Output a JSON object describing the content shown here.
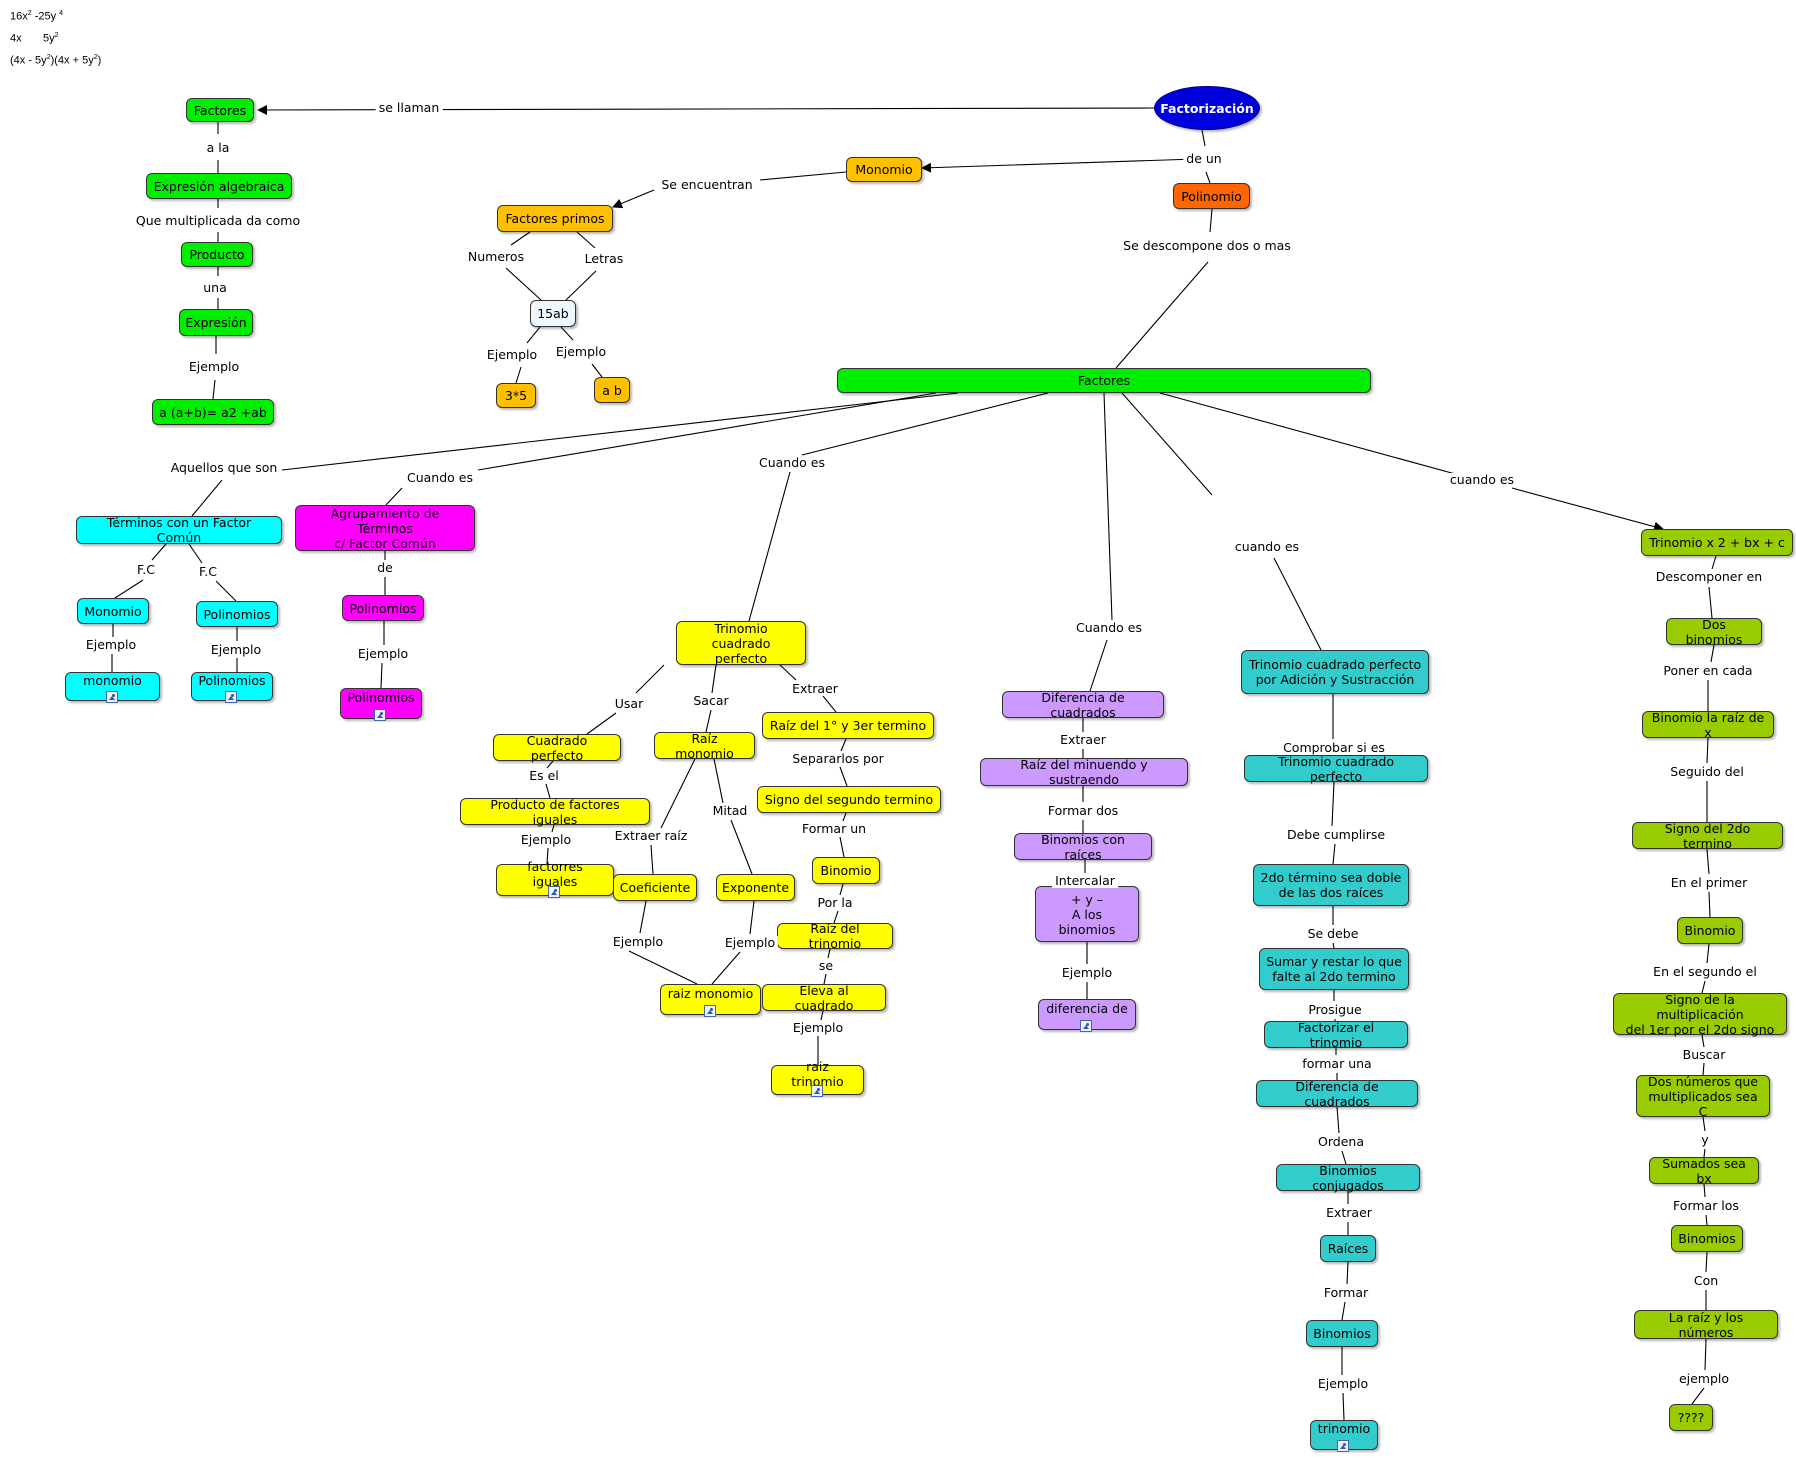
{
  "formulas": {
    "line1": {
      "a": "16x",
      "a_exp": "2",
      "b": " -25y ",
      "b_exp": "4"
    },
    "line2": {
      "a": "4x",
      "gap": "       ",
      "b": "5y",
      "b_exp": "2"
    },
    "line3": {
      "a": "(4x  - 5y",
      "a_exp": "2",
      "b": ")(4x + 5y",
      "b_exp": "2",
      "c": ")"
    }
  },
  "colors": {
    "green": "#00ee00",
    "orange": "#ffc000",
    "dark_orange": "#ff6600",
    "blue": "#0000dd",
    "cyan": "#00ffff",
    "magenta": "#ff00ff",
    "yellow": "#ffff00",
    "purple": "#cc99ff",
    "teal": "#33cccc",
    "olive": "#99cc00"
  },
  "nodes": {
    "factorizacion": "Factorización",
    "factores_top": "Factores",
    "expresion_algebraica": "Expresión algebraica",
    "producto": "Producto",
    "expresion": "Expresión",
    "ejemplo_aab": "a (a+b)= a2 +ab",
    "monomio_top": "Monomio",
    "factores_primos": "Factores primos",
    "n15ab": "15ab",
    "n3x5": "3*5",
    "ab": "a b",
    "polinomio": "Polinomio",
    "factores_main": "Factores",
    "terminos_fc": "Términos con un Factor Común",
    "monomio_fc": "Monomio",
    "polinomios_fc": "Polinomios",
    "monomio_ex": "monomio",
    "polinomios_ex": "Polinomios",
    "agrupamiento": "Agrupamiento de Términos\nc/ Factor Común",
    "polinomios_ag": "Polinomios",
    "polinomios_ag_ex": "Polinomios",
    "tcp": "Trinomio cuadrado\nperfecto",
    "cuadrado_perfecto": "Cuadrado perfecto",
    "producto_iguales": "Producto de factores iguales",
    "factorres_iguales": "factorres iguales",
    "raiz_monomio": "Raíz monomio",
    "coeficiente": "Coeficiente",
    "exponente": "Exponente",
    "raiz_monomio_ex": "raiz monomio",
    "raiz_1_3": "Raíz del  1° y 3er termino",
    "signo_segundo": "Signo del segundo termino",
    "binomio_tcp": "Binomio",
    "raiz_trinomio": "Raíz del trinomio",
    "eleva_cuadrado": "Eleva al cuadrado",
    "raiz_trinomio_ex": "raiz trinomio",
    "dif_cuadrados": "Diferencia de cuadrados",
    "raiz_minuendo": "Raíz del minuendo y sustraendo",
    "binomios_raices": "Binomios con raíces",
    "mas_menos": "+  y –\nA los binomios",
    "dif_de": "diferencia de",
    "tcp_adicion": "Trinomio cuadrado perfecto\npor Adición y Sustracción",
    "tcp_teal": "Trinomio cuadrado perfecto",
    "dos_termino": "2do término  sea doble\nde las dos raíces",
    "sumar_restar": "Sumar y restar lo que\nfalte al 2do termino",
    "factorizar_trinomio": "Factorizar el trinomio",
    "dif_cuadrados_teal": "Diferencia de cuadrados",
    "binomios_conjugados": "Binomios conjugados",
    "raices": "Raíces",
    "binomios_teal": "Binomios",
    "trinomio_ex": "trinomio",
    "trinomio_x2": "Trinomio x 2  + bx + c",
    "dos_binomios": "Dos binomios",
    "binomio_raiz_x": "Binomio la raíz de x",
    "signo_2do": "Signo del  2do termino",
    "binomio_olive": "Binomio",
    "signo_mult": "Signo de la multiplicación\ndel 1er por el 2do signo",
    "dos_numeros": "Dos números que\nmultiplicados sea C",
    "sumados_bx": "Sumados sea bx",
    "binomios_olive": "Binomios",
    "raiz_numeros": "La raíz y los números",
    "qqqq": "????"
  },
  "labels": {
    "se_llaman": "se llaman",
    "a_la": "a la",
    "que_multiplicada": "Que multiplicada da como",
    "una": "una",
    "ejemplo_left": "Ejemplo",
    "de_un": "de un",
    "se_encuentran": "Se encuentran",
    "numeros": "Numeros",
    "letras": "Letras",
    "ejemplo_15a": "Ejemplo",
    "ejemplo_15b": "Ejemplo",
    "se_descompone": "Se descompone dos o mas",
    "aquellos": "Aquellos que son",
    "cuando_es_1": "Cuando es",
    "cuando_es_2": "Cuando es",
    "cuando_es_3": "Cuando es",
    "cuando_es_4": "cuando es",
    "cuando_es_5": "cuando es",
    "fc1": "F.C",
    "fc2": "F.C",
    "ejemplo_mono": "Ejemplo",
    "ejemplo_poli": "Ejemplo",
    "de": "de",
    "ejemplo_ag": "Ejemplo",
    "usar": "Usar",
    "sacar": "Sacar",
    "extraer_tcp": "Extraer",
    "es_el": "Es el",
    "ejemplo_cp": "Ejemplo",
    "extraer_raiz": "Extraer raíz",
    "mitad": "Mitad",
    "ejemplo_coef": "Ejemplo",
    "ejemplo_exp": "Ejemplo",
    "separarlos": "Separarlos por",
    "formar_un": "Formar un",
    "por_la": "Por la",
    "se": "se",
    "ejemplo_eleva": "Ejemplo",
    "extraer_dc": "Extraer",
    "formar_dos": "Formar dos",
    "intercalar": "Intercalar",
    "ejemplo_dc": "Ejemplo",
    "comprobar": "Comprobar si es",
    "debe_cumplirse": "Debe cumplirse",
    "se_debe": "Se debe",
    "prosigue": "Prosigue",
    "formar_una": "formar una",
    "ordena": "Ordena",
    "extraer_teal": "Extraer",
    "formar_teal": "Formar",
    "ejemplo_teal": "Ejemplo",
    "descomponer": "Descomponer en",
    "poner_cada": "Poner en cada",
    "seguido": "Seguido del",
    "en_primer": "En el primer",
    "en_segundo": "En el segundo el",
    "buscar": "Buscar",
    "y": "y",
    "formar_los": "Formar los",
    "con": "Con",
    "ejemplo_olive": "ejemplo"
  }
}
